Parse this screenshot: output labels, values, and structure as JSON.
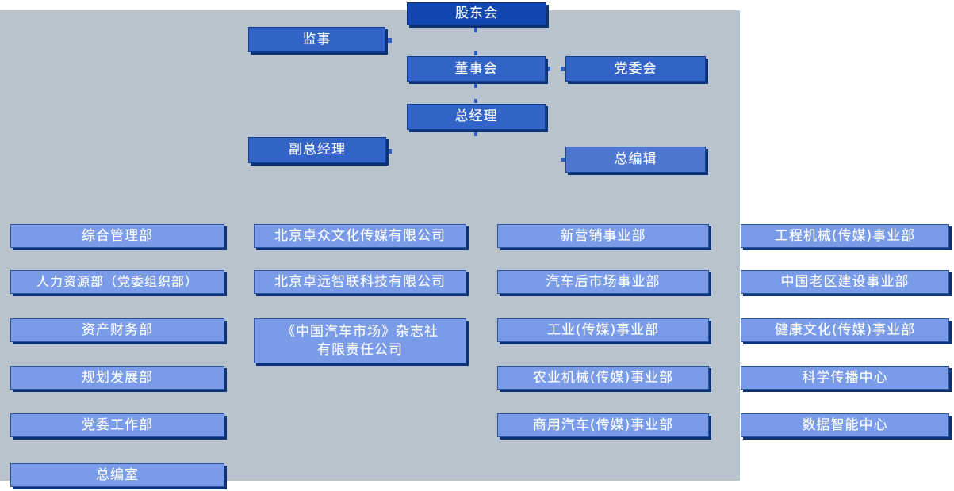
{
  "palette": {
    "page_background": "#ffffff",
    "panel_gray": "#b8c3cd",
    "node_dark_blue": "#1347b0",
    "node_mid_blue": "#3164c6",
    "node_editor_blue": "#4f77d1",
    "node_light_blue": "#7a9ce8",
    "shadow_navy": "#0c3377",
    "node_text": "#ffffff"
  },
  "org_chart": {
    "governance": {
      "shareholders_meeting": "股东会",
      "supervisor": "监事",
      "board_of_directors": "董事会",
      "party_committee": "党委会",
      "general_manager": "总经理",
      "deputy_general_manager": "副总经理",
      "editor_in_chief": "总编辑"
    },
    "columns": [
      {
        "items": [
          "综合管理部",
          "人力资源部（党委组织部）",
          "资产财务部",
          "规划发展部",
          "党委工作部",
          "总编室"
        ]
      },
      {
        "items": [
          "北京卓众文化传媒有限公司",
          "北京卓远智联科技有限公司",
          "《中国汽车市场》杂志社\n有限责任公司"
        ]
      },
      {
        "items": [
          "新营销事业部",
          "汽车后市场事业部",
          "工业(传媒)事业部",
          "农业机械(传媒)事业部",
          "商用汽车(传媒)事业部"
        ]
      },
      {
        "items": [
          "工程机械(传媒)事业部",
          "中国老区建设事业部",
          "健康文化(传媒)事业部",
          "科学传播中心",
          "数据智能中心"
        ]
      }
    ]
  }
}
